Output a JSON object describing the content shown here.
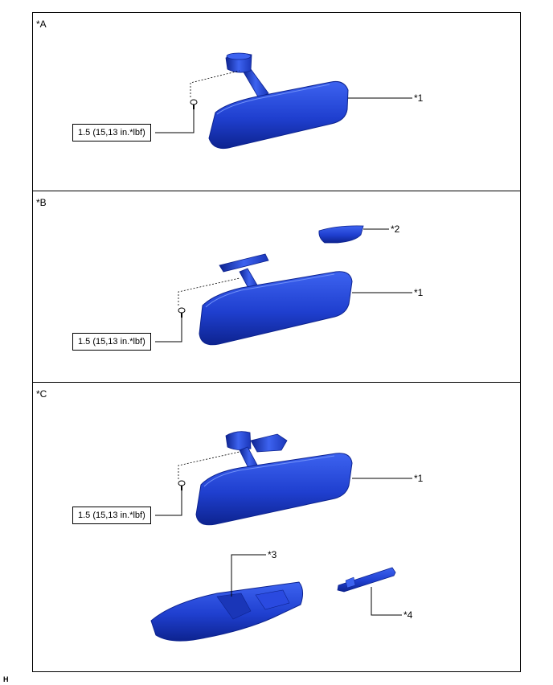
{
  "panels": [
    {
      "tag": "*A",
      "torque": "1.5 (15,13 in.*lbf)",
      "callouts": [
        "*1"
      ]
    },
    {
      "tag": "*B",
      "torque": "1.5 (15,13 in.*lbf)",
      "callouts": [
        "*1",
        "*2"
      ]
    },
    {
      "tag": "*C",
      "torque": "1.5 (15,13 in.*lbf)",
      "callouts": [
        "*1",
        "*3",
        "*4"
      ]
    }
  ],
  "footer": "H",
  "colors": {
    "part": "#1f3fcf",
    "part_dark": "#0d238f",
    "part_light": "#3d63f0",
    "line": "#000000"
  }
}
